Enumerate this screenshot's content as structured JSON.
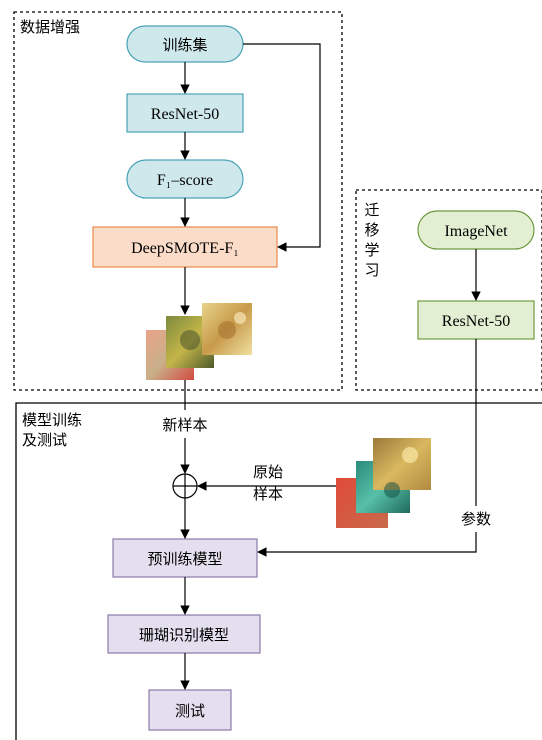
{
  "regions": {
    "augmentation": "数据增强",
    "transfer": "迁移学习",
    "training": "模型训练\n及测试"
  },
  "nodes": {
    "train_set": "训练集",
    "resnet_left": "ResNet-50",
    "f1_score": "F₁–score",
    "deepsmote": "DeepSMOTE-F₁",
    "imagenet": "ImageNet",
    "resnet_right": "ResNet-50",
    "pretrain_model": "预训练模型",
    "coral_model": "珊瑚识别模型",
    "test": "测试"
  },
  "labels": {
    "new_samples": "新样本",
    "original_samples": "原始\n样本",
    "params": "参数"
  },
  "colors": {
    "teal_fill": "#cfe8ec",
    "teal_stroke": "#4aa3b6",
    "orange_fill": "#fbdcc8",
    "orange_stroke": "#e88a4e",
    "green_fill": "#e3efd3",
    "green_stroke": "#6e9a3f",
    "purple_fill": "#e4dfee",
    "purple_stroke": "#8b7ba8"
  }
}
